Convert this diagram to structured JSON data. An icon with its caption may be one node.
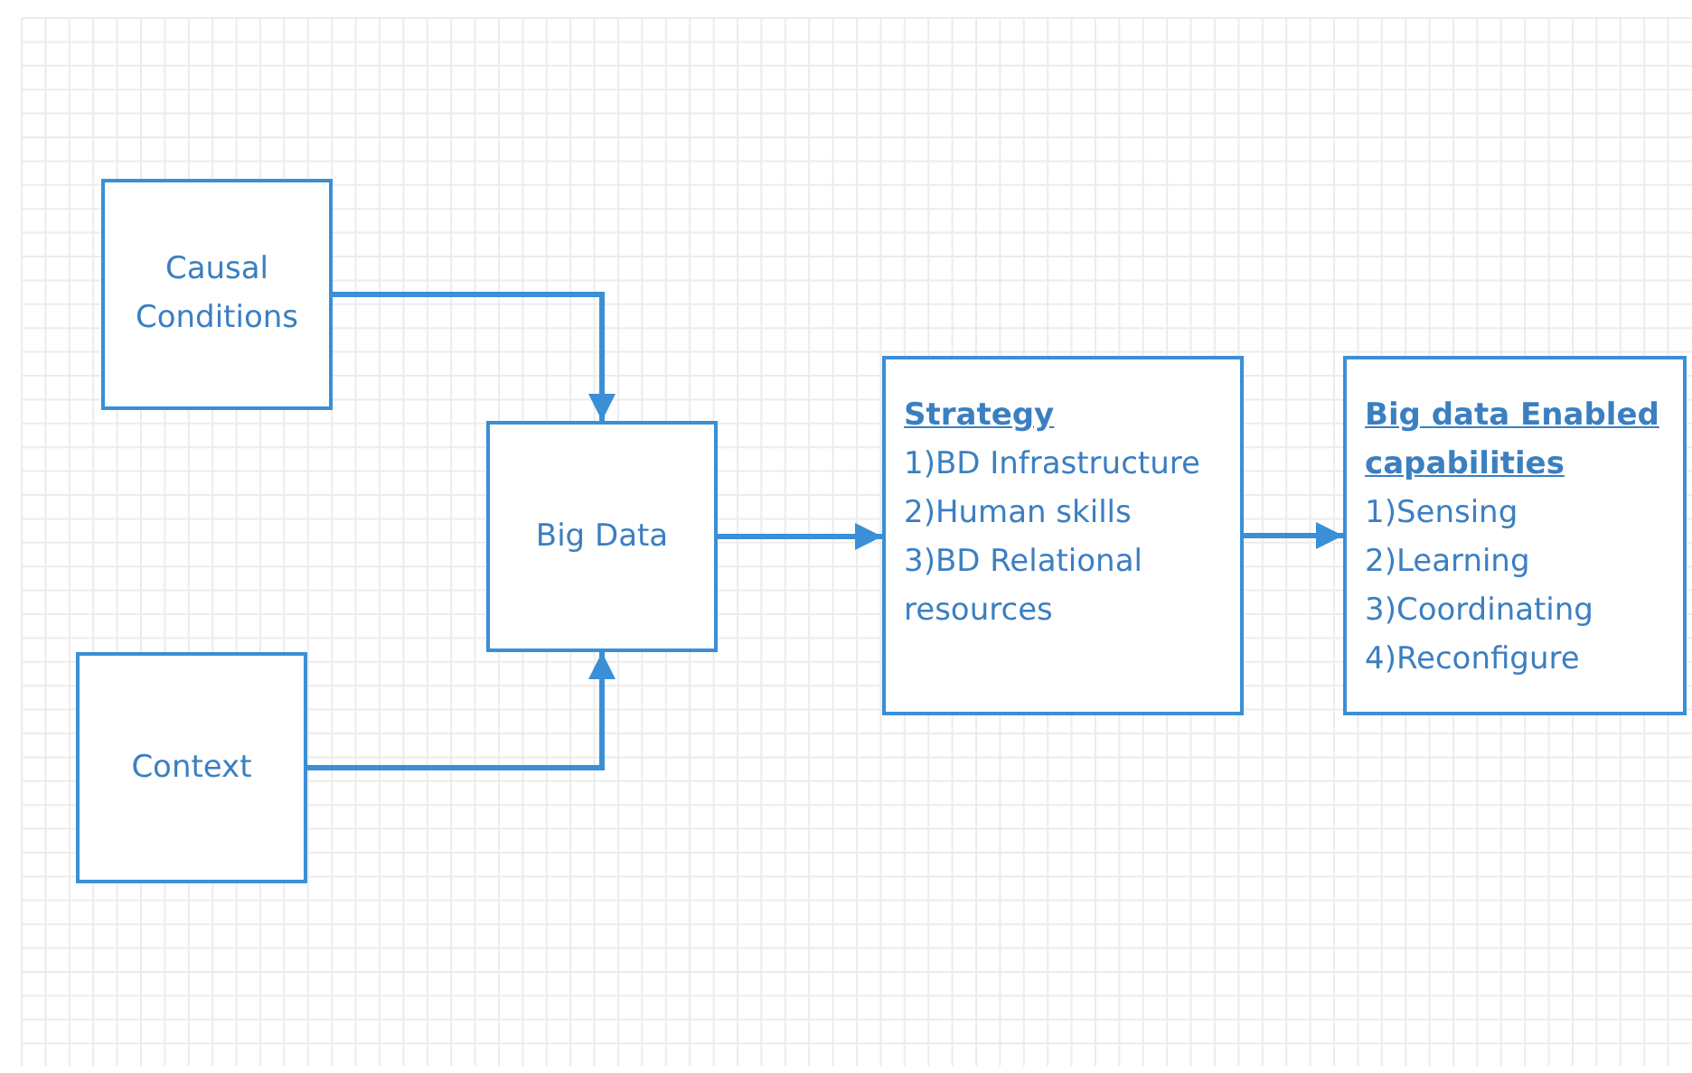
{
  "diagram": {
    "nodes": [
      {
        "text": [
          "Causal Conditions"
        ]
      },
      {
        "text": [
          "Context"
        ]
      },
      {
        "text": [
          "Big Data"
        ]
      },
      {
        "text": [
          "Strategy",
          "1)BD Infrastructure",
          "2)Human skills",
          "3)BD Relational resources"
        ]
      },
      {
        "text": [
          "Big data Enabled capabilities",
          "1)Sensing",
          "2)Learning",
          "3)Coordinating",
          "4)Reconfigure"
        ]
      }
    ],
    "edges": [
      {
        "from": 0,
        "to": 2,
        "arrow": "to"
      },
      {
        "from": 1,
        "to": 2,
        "arrow": "to"
      },
      {
        "from": 2,
        "to": 3,
        "arrow": "to"
      },
      {
        "from": 3,
        "to": 4,
        "arrow": "to"
      }
    ]
  }
}
